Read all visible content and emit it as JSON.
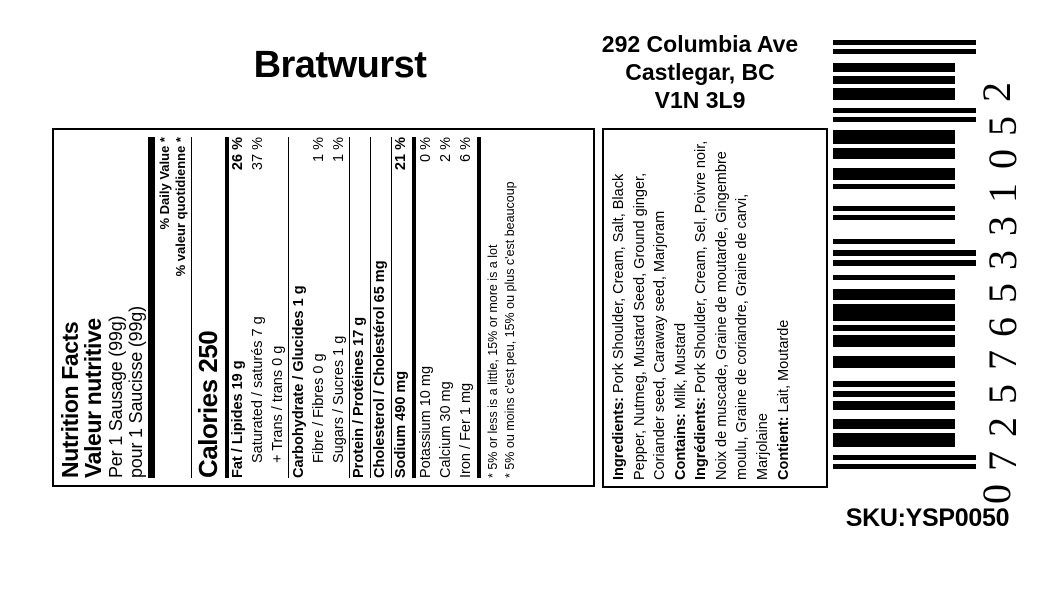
{
  "header": {
    "product_title": "Bratwurst",
    "address_lines": [
      "292 Columbia Ave",
      "Castlegar, BC",
      "V1N 3L9"
    ]
  },
  "nutrition": {
    "title_en": "Nutrition Facts",
    "title_fr": "Valeur nutritive",
    "serving_en": "Per 1 Sausage (99g)",
    "serving_fr": "pour 1 Saucisse (99g)",
    "dv_header_en": "% Daily Value *",
    "dv_header_fr": "% valeur quotidienne *",
    "calories_label": "Calories 250",
    "rows": [
      {
        "label": "Fat / Lipides 19 g",
        "value": "26 %",
        "bold": true,
        "indent": 0
      },
      {
        "label": "Saturated / saturés 7 g",
        "value": "37 %",
        "bold": false,
        "indent": 1
      },
      {
        "label": "+ Trans / trans 0 g",
        "value": "",
        "bold": false,
        "indent": 1
      },
      {
        "label": "Carbohydrate / Glucides 1 g",
        "value": "",
        "bold": true,
        "indent": 0
      },
      {
        "label": "Fibre / Fibres 0 g",
        "value": "1 %",
        "bold": false,
        "indent": 1
      },
      {
        "label": "Sugars / Sucres 1 g",
        "value": "1 %",
        "bold": false,
        "indent": 1
      },
      {
        "label": "Protein / Protéines 17 g",
        "value": "",
        "bold": true,
        "indent": 0
      },
      {
        "label": "Cholesterol / Cholestérol 65 mg",
        "value": "",
        "bold": true,
        "indent": 0
      },
      {
        "label": "Sodium 490 mg",
        "value": "21 %",
        "bold": true,
        "indent": 0
      },
      {
        "label": "Potassium 10 mg",
        "value": "0 %",
        "bold": false,
        "indent": 0
      },
      {
        "label": "Calcium 30 mg",
        "value": "2 %",
        "bold": false,
        "indent": 0
      },
      {
        "label": "Iron / Fer 1 mg",
        "value": "6 %",
        "bold": false,
        "indent": 0
      }
    ],
    "footnote_en": "* 5% or less is a little, 15% or more is a lot",
    "footnote_fr": "* 5% ou moins c'est peu, 15% ou plus c'est beaucoup"
  },
  "ingredients": {
    "en_label": "Ingredients:",
    "en_text": " Pork Shoulder, Cream, Salt, Black Pepper, Nutmeg, Mustard Seed, Ground ginger, Coriander seed, Caraway seed, Marjoram",
    "contains_label": "Contains:",
    "contains_text": " Milk, Mustard",
    "fr_label": "Ingrédients:",
    "fr_text": " Pork Shoulder, Cream, Sel, Poivre noir, Noix de muscade, Graine de moutarde, Gingembre moulu, Graine de coriandre, Graine de carvi, Marjolaine",
    "contient_label": "Contient:",
    "contient_text": " Lait, Moutarde"
  },
  "barcode": {
    "digits": [
      "0",
      "7",
      "2",
      "5",
      "7",
      "6",
      "5",
      "3",
      "3",
      "1",
      "0",
      "5",
      "2"
    ],
    "number_text": "0 725765 331052",
    "sku_text": "SKU:YSP0050"
  },
  "colors": {
    "ink": "#000000",
    "paper": "#ffffff"
  }
}
